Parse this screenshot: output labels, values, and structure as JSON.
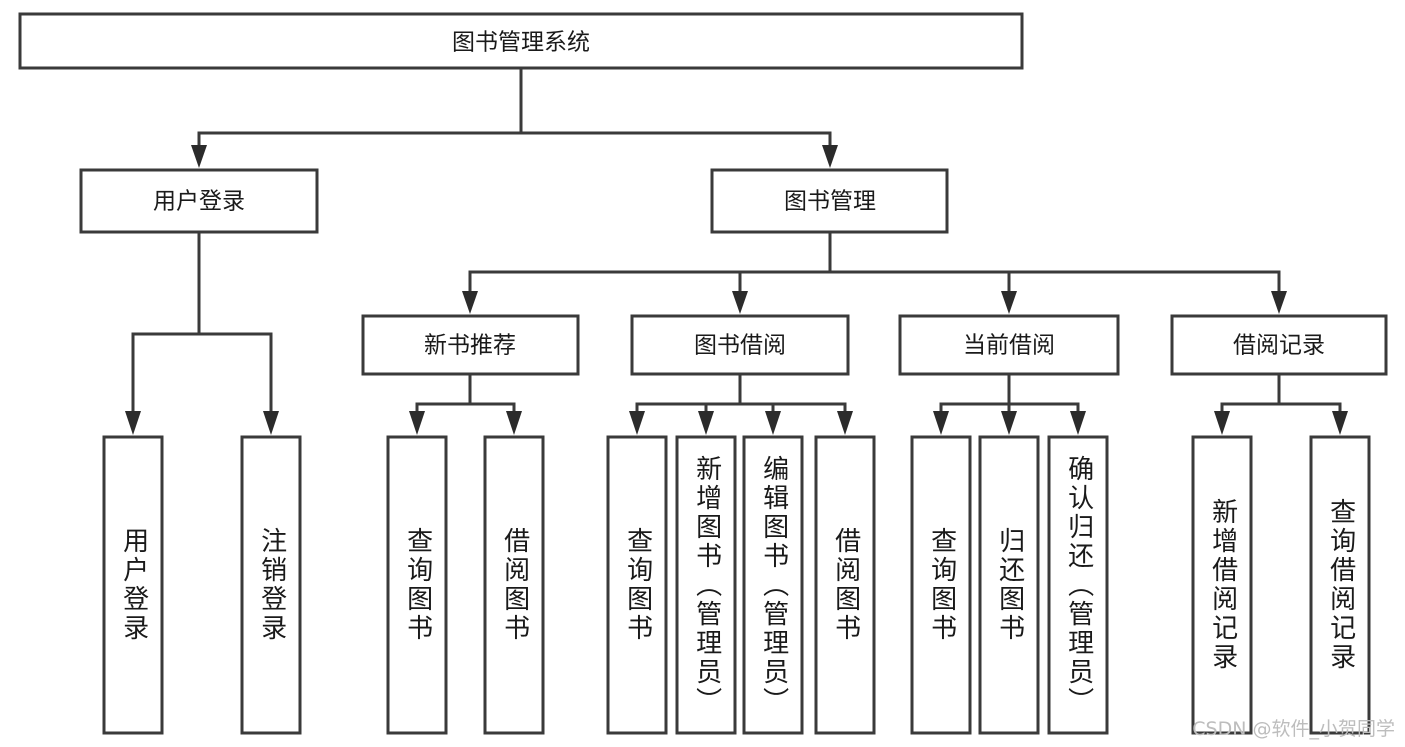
{
  "diagram": {
    "type": "tree-hierarchy",
    "title_node": {
      "label": "图书管理系统"
    },
    "level2": [
      {
        "label": "用户登录"
      },
      {
        "label": "图书管理"
      }
    ],
    "level3": [
      {
        "label": "新书推荐"
      },
      {
        "label": "图书借阅"
      },
      {
        "label": "当前借阅"
      },
      {
        "label": "借阅记录"
      }
    ],
    "leaves": {
      "user_login": [
        {
          "label": "用户登录"
        },
        {
          "label": "注销登录"
        }
      ],
      "new_book_recommend": [
        {
          "label": "查询图书"
        },
        {
          "label": "借阅图书"
        }
      ],
      "book_borrow": [
        {
          "label": "查询图书"
        },
        {
          "label": "新增图书（管理员）"
        },
        {
          "label": "编辑图书（管理员）"
        },
        {
          "label": "借阅图书"
        }
      ],
      "current_borrow": [
        {
          "label": "查询图书"
        },
        {
          "label": "归还图书"
        },
        {
          "label": "确认归还（管理员）"
        }
      ],
      "borrow_record": [
        {
          "label": "新增借阅记录"
        },
        {
          "label": "查询借阅记录"
        }
      ]
    }
  },
  "watermark": {
    "text": "CSDN @软件_小贺同学"
  },
  "colors": {
    "box_stroke": "#3a3a3a",
    "connector": "#3a3a3a",
    "text": "#1a1a1a",
    "background": "#ffffff",
    "watermark": "#bdbdbd"
  }
}
